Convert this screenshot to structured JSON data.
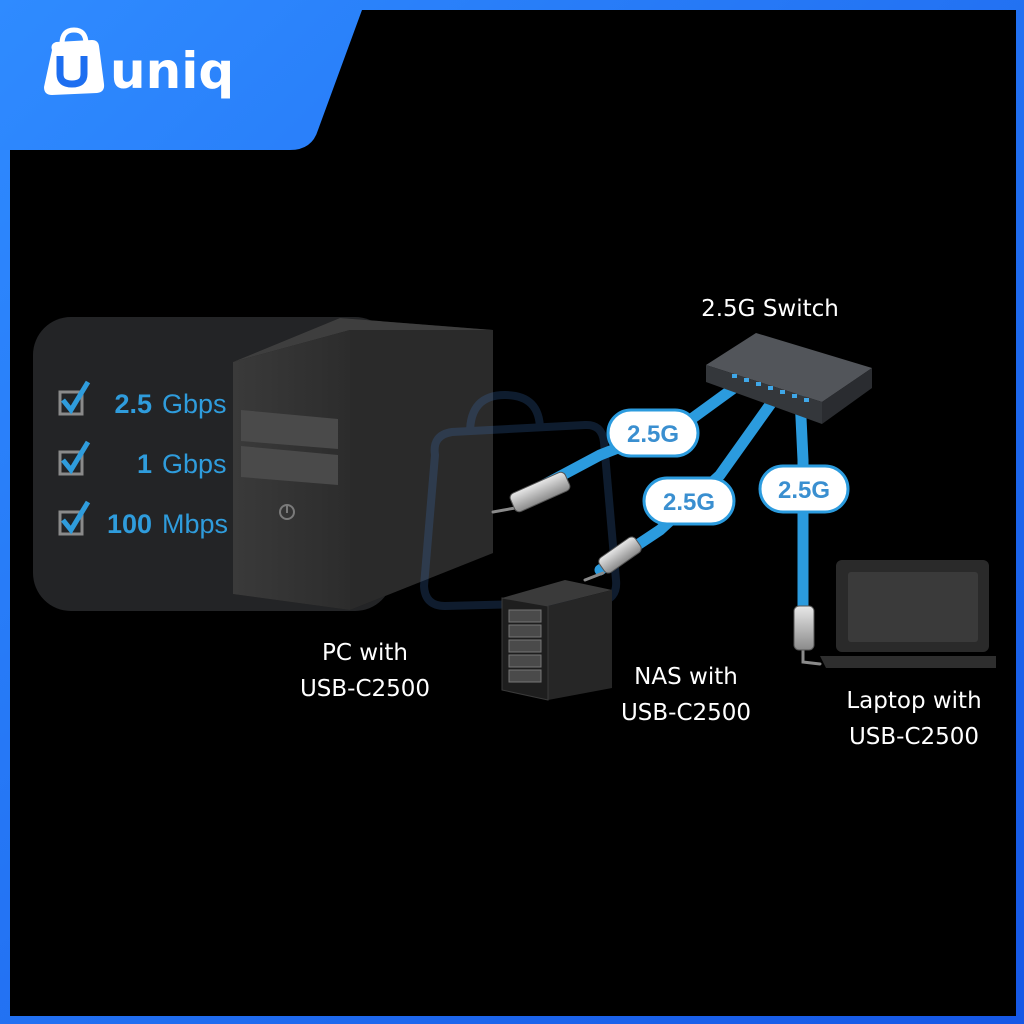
{
  "brand": {
    "name": "uniq",
    "colors": {
      "frame": "#1d6ef0",
      "background": "#000000",
      "cable": "#2b9bde",
      "accent_text": "#2f9cdc"
    }
  },
  "speeds": [
    {
      "value": "2.5",
      "unit": "Gbps",
      "checked": true
    },
    {
      "value": "1",
      "unit": "Gbps",
      "checked": true
    },
    {
      "value": "100",
      "unit": "Mbps",
      "checked": true
    }
  ],
  "switch": {
    "label": "2.5G Switch"
  },
  "links": [
    {
      "label": "2.5G"
    },
    {
      "label": "2.5G"
    },
    {
      "label": "2.5G"
    }
  ],
  "devices": {
    "pc": {
      "line1": "PC with",
      "line2": "USB-C2500",
      "icon": "tower-pc-icon"
    },
    "nas": {
      "line1": "NAS with",
      "line2": "USB-C2500",
      "icon": "nas-icon"
    },
    "laptop": {
      "line1": "Laptop with",
      "line2": "USB-C2500",
      "icon": "laptop-icon"
    }
  }
}
